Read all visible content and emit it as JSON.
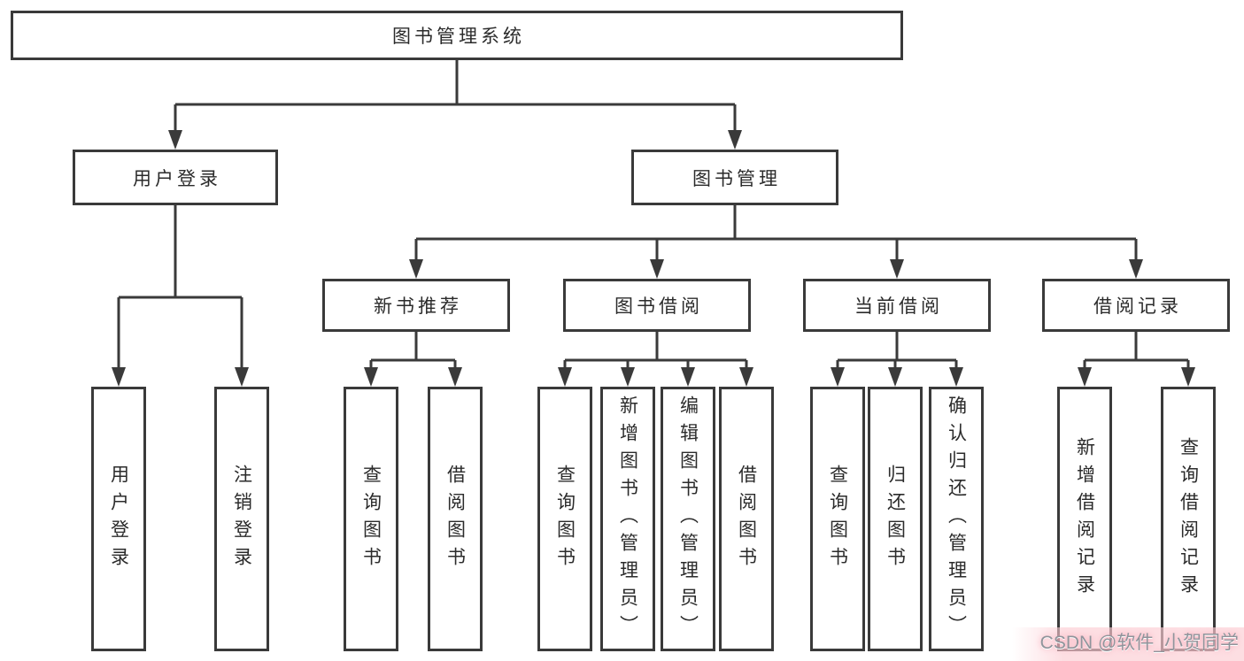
{
  "diagram_title": "图书管理系统",
  "tree": {
    "root": {
      "label": "图书管理系统",
      "children": [
        {
          "label": "用户登录",
          "children": [
            {
              "label": "用户登录"
            },
            {
              "label": "注销登录"
            }
          ]
        },
        {
          "label": "图书管理",
          "children": [
            {
              "label": "新书推荐",
              "children": [
                {
                  "label": "查询图书"
                },
                {
                  "label": "借阅图书"
                }
              ]
            },
            {
              "label": "图书借阅",
              "children": [
                {
                  "label": "查询图书"
                },
                {
                  "label": "新增图书（管理员）"
                },
                {
                  "label": "编辑图书（管理员）"
                },
                {
                  "label": "借阅图书"
                }
              ]
            },
            {
              "label": "当前借阅",
              "children": [
                {
                  "label": "查询图书"
                },
                {
                  "label": "归还图书"
                },
                {
                  "label": "确认归还（管理员）"
                }
              ]
            },
            {
              "label": "借阅记录",
              "children": [
                {
                  "label": "新增借阅记录"
                },
                {
                  "label": "查询借阅记录"
                }
              ]
            }
          ]
        }
      ]
    }
  },
  "watermark": {
    "text": "CSDN @软件_小贺同学"
  },
  "colors": {
    "line": "#3a3a3a",
    "box_border": "#3a3a3a",
    "box_fill": "#ffffff",
    "text": "#2b2b2b",
    "background": "#ffffff",
    "watermark_text": "#90949b",
    "watermark_wash": "#fccdd3"
  }
}
